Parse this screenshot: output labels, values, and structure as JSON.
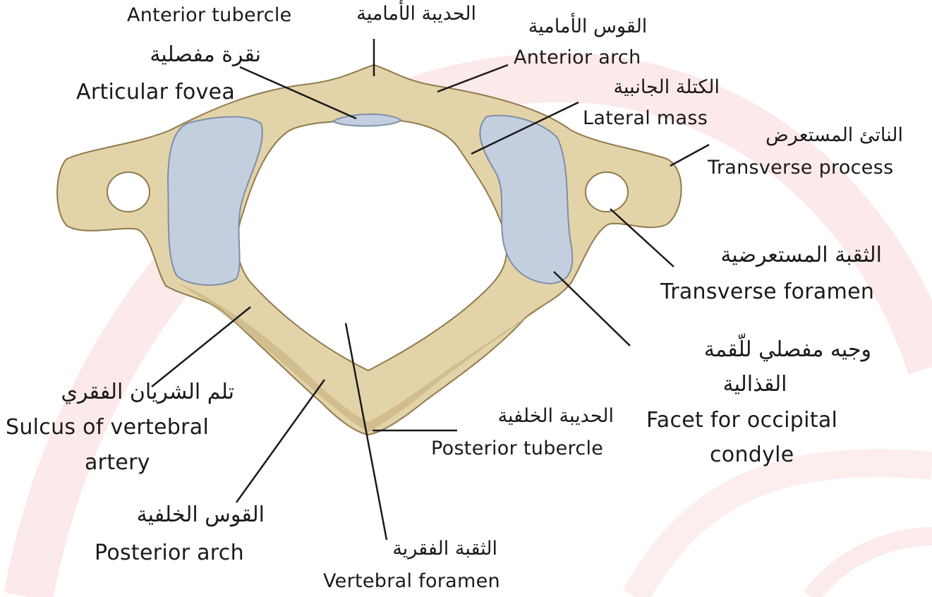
{
  "labels": {
    "anterior_tubercle": {
      "en": "Anterior tubercle",
      "ar": "الحديبة الأمامية"
    },
    "anterior_arch": {
      "ar": "القوس الأمامية",
      "en": "Anterior arch"
    },
    "articular_fovea": {
      "ar": "نقرة مفصلية",
      "en": "Articular fovea"
    },
    "lateral_mass": {
      "ar": "الكتلة الجانبية",
      "en": "Lateral mass"
    },
    "transverse_process": {
      "ar": "الناتئ المستعرض",
      "en": "Transverse process"
    },
    "transverse_foramen": {
      "ar": "الثقبة المستعرضية",
      "en": "Transverse foramen"
    },
    "facet_occipital": {
      "ar_line1": "وجيه مفصلي للّقمة",
      "ar_line2": "القذالية",
      "en_line1": "Facet for occipital",
      "en_line2": "condyle"
    },
    "sulcus_vertebral": {
      "ar": "تلم الشريان الفقري",
      "en_line1": "Sulcus of vertebral",
      "en_line2": "artery"
    },
    "posterior_tubercle": {
      "ar": "الحديبة الخلفية",
      "en": "Posterior tubercle"
    },
    "posterior_arch": {
      "ar": "القوس الخلفية",
      "en": "Posterior arch"
    },
    "vertebral_foramen": {
      "ar": "الثقبة الفقرية",
      "en": "Vertebral foramen"
    }
  },
  "colors": {
    "bone": "#e3d3a8",
    "bone_shadow": "#c2ab78",
    "bone_outline": "#8f7a4e",
    "facet": "#c3cfdf",
    "facet_outline": "#7f8fa6",
    "background_arc": "#fbe5e5",
    "leader": "#1a1a1a"
  }
}
